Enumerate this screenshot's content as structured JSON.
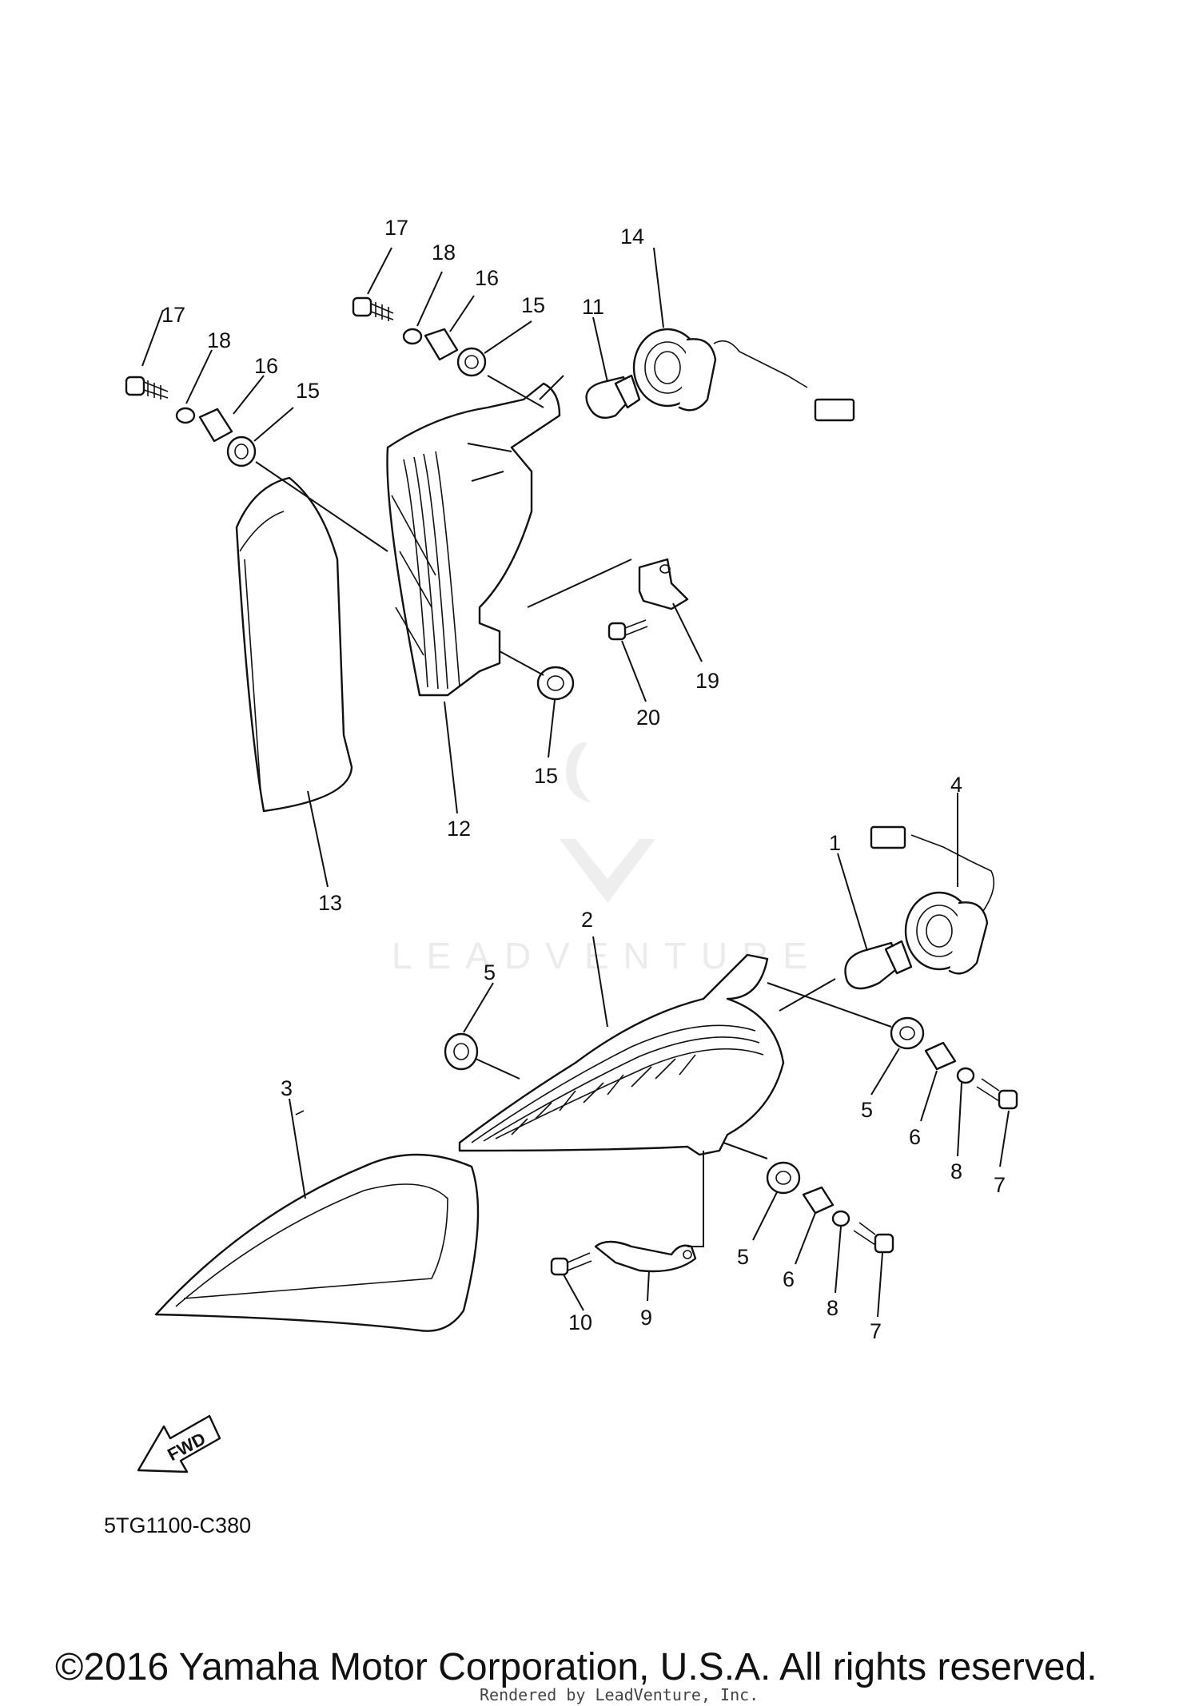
{
  "diagram": {
    "reference_code": "5TG1100-C380",
    "fwd_label": "FWD",
    "copyright": "©2016 Yamaha Motor Corporation, U.S.A. All rights reserved.",
    "rendered_by": "Rendered by LeadVenture, Inc.",
    "watermark": "LEADVENTURE",
    "callouts": {
      "c17a": "17",
      "c18a": "18",
      "c16a": "16",
      "c15a": "15",
      "c17b": "17",
      "c18b": "18",
      "c16b": "16",
      "c15b": "15",
      "c11": "11",
      "c14": "14",
      "c19": "19",
      "c20": "20",
      "c15c": "15",
      "c12": "12",
      "c13": "13",
      "c4": "4",
      "c1": "1",
      "c2": "2",
      "c5a": "5",
      "c5b": "5",
      "c6a": "6",
      "c8a": "8",
      "c7a": "7",
      "c3": "3",
      "c5c": "5",
      "c6b": "6",
      "c8b": "8",
      "c7b": "7",
      "c10": "10",
      "c9": "9"
    }
  }
}
